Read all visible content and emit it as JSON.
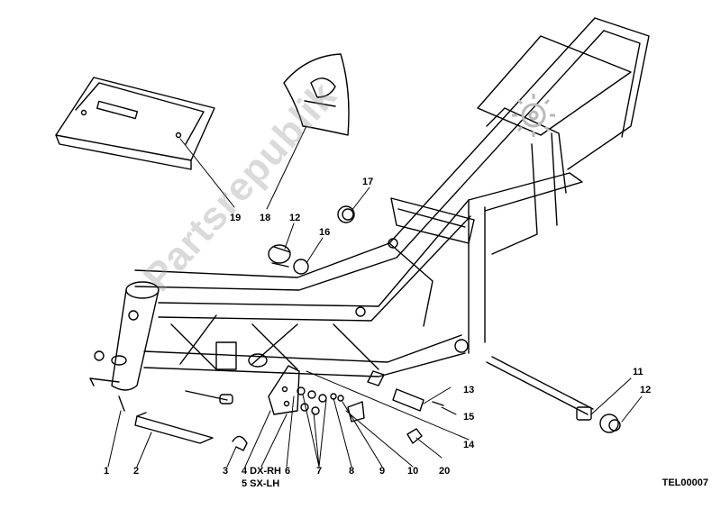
{
  "diagram": {
    "reference_code": "TEL00007",
    "watermark": "Partsrepublik",
    "callouts": [
      {
        "id": "c1",
        "text": "1"
      },
      {
        "id": "c2",
        "text": "2"
      },
      {
        "id": "c3",
        "text": "3"
      },
      {
        "id": "c4",
        "text": "4 DX-RH"
      },
      {
        "id": "c5",
        "text": "5 SX-LH"
      },
      {
        "id": "c6",
        "text": "6"
      },
      {
        "id": "c7",
        "text": "7"
      },
      {
        "id": "c8",
        "text": "8"
      },
      {
        "id": "c9",
        "text": "9"
      },
      {
        "id": "c10",
        "text": "10"
      },
      {
        "id": "c11",
        "text": "11"
      },
      {
        "id": "c12a",
        "text": "12"
      },
      {
        "id": "c12b",
        "text": "12"
      },
      {
        "id": "c13",
        "text": "13"
      },
      {
        "id": "c14",
        "text": "14"
      },
      {
        "id": "c15",
        "text": "15"
      },
      {
        "id": "c16",
        "text": "16"
      },
      {
        "id": "c17",
        "text": "17"
      },
      {
        "id": "c18",
        "text": "18"
      },
      {
        "id": "c19",
        "text": "19"
      },
      {
        "id": "c20",
        "text": "20"
      }
    ],
    "line_color": "#000000",
    "gear_color": "#b9b9b9"
  }
}
